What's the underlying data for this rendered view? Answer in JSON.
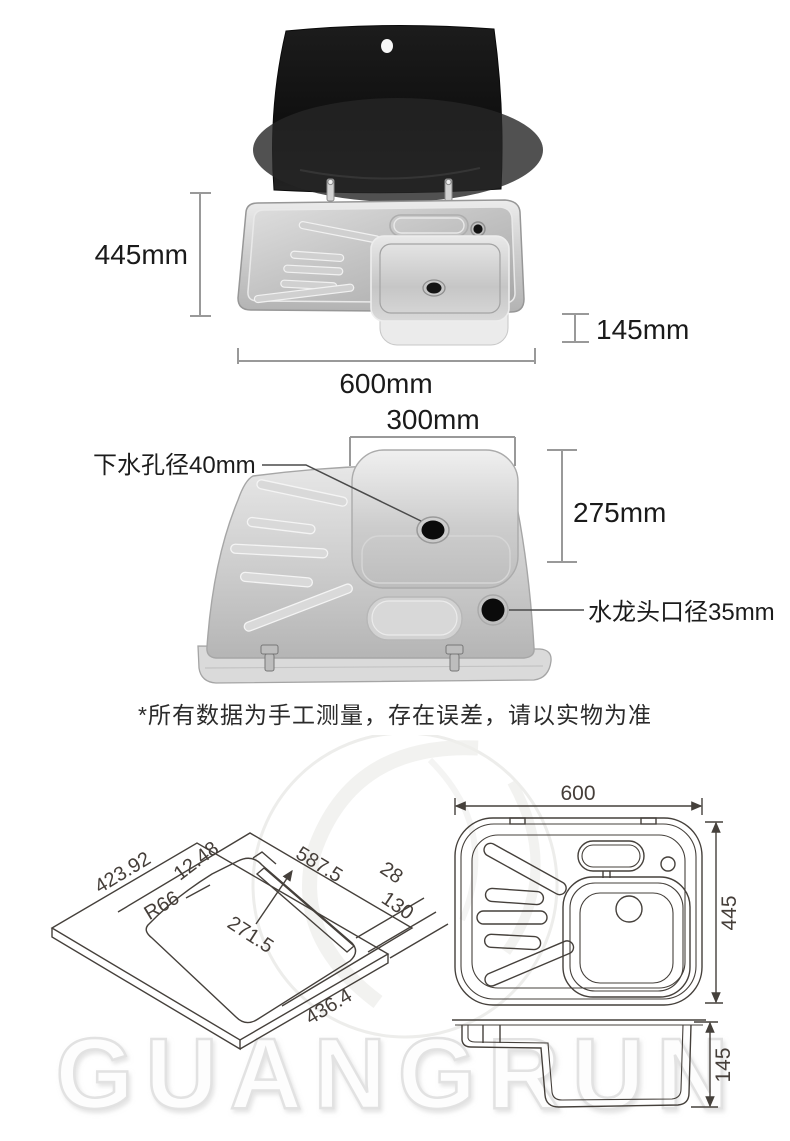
{
  "top_section": {
    "dim_height": "445mm",
    "dim_bowl_depth": "145mm",
    "dim_width": "600mm"
  },
  "bottom_view_section": {
    "drain_label": "下水孔径40mm",
    "dim_bowl_width": "300mm",
    "dim_bowl_length": "275mm",
    "faucet_label": "水龙头口径35mm"
  },
  "disclaimer": "*所有数据为手工测量，存在误差，请以实物为准",
  "tech_drawing": {
    "iso_view": {
      "dim_top_left": "423.92",
      "dim_notch": "12.48",
      "dim_top_right": "587.5",
      "dim_edge": "28",
      "dim_lip": "130",
      "dim_radius": "R66",
      "dim_inner": "271.5",
      "dim_bottom": "436.4"
    },
    "top_view": {
      "dim_width": "600",
      "dim_height": "445"
    },
    "side_view": {
      "dim_depth": "145"
    }
  },
  "watermark": {
    "brand": "GUANGRUN"
  },
  "colors": {
    "photo_dim_line": "#999999",
    "photo_dim_text": "#1a1a1a",
    "drawing_line": "#45403b",
    "watermark_gray": "#e4e4e4",
    "lid_black": "#161616"
  }
}
